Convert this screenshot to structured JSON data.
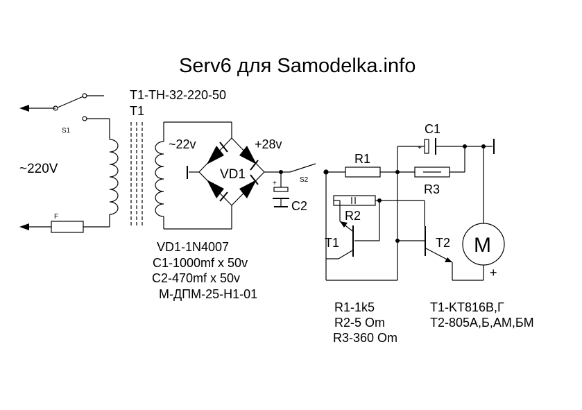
{
  "title": "Serv6 для Samodelka.info",
  "labels": {
    "transformer_model": "T1-TH-32-220-50",
    "transformer_ref": "T1",
    "switch1": "S1",
    "mains_voltage": "~220V",
    "fuse": "F",
    "secondary_voltage": "~22v",
    "rectified_voltage": "+28v",
    "bridge": "VD1",
    "switch2": "S2",
    "c2_ref": "C2",
    "c1_ref": "C1",
    "r1_ref": "R1",
    "r2_ref": "R2",
    "r3_ref": "R3",
    "t1_ref": "T1",
    "t2_ref": "T2",
    "motor": "M",
    "plus": "+"
  },
  "parts_left": [
    "VD1-1N4007",
    "C1-1000mf x 50v",
    "C2-470mf x 50v",
    "М-ДПМ-25-Н1-01"
  ],
  "parts_resistors": [
    "R1-1k5",
    "R2-5 Om",
    "R3-360 Om"
  ],
  "parts_transistors": [
    "T1-KT816B,Г",
    "T2-805A,Б,AM,БМ"
  ]
}
